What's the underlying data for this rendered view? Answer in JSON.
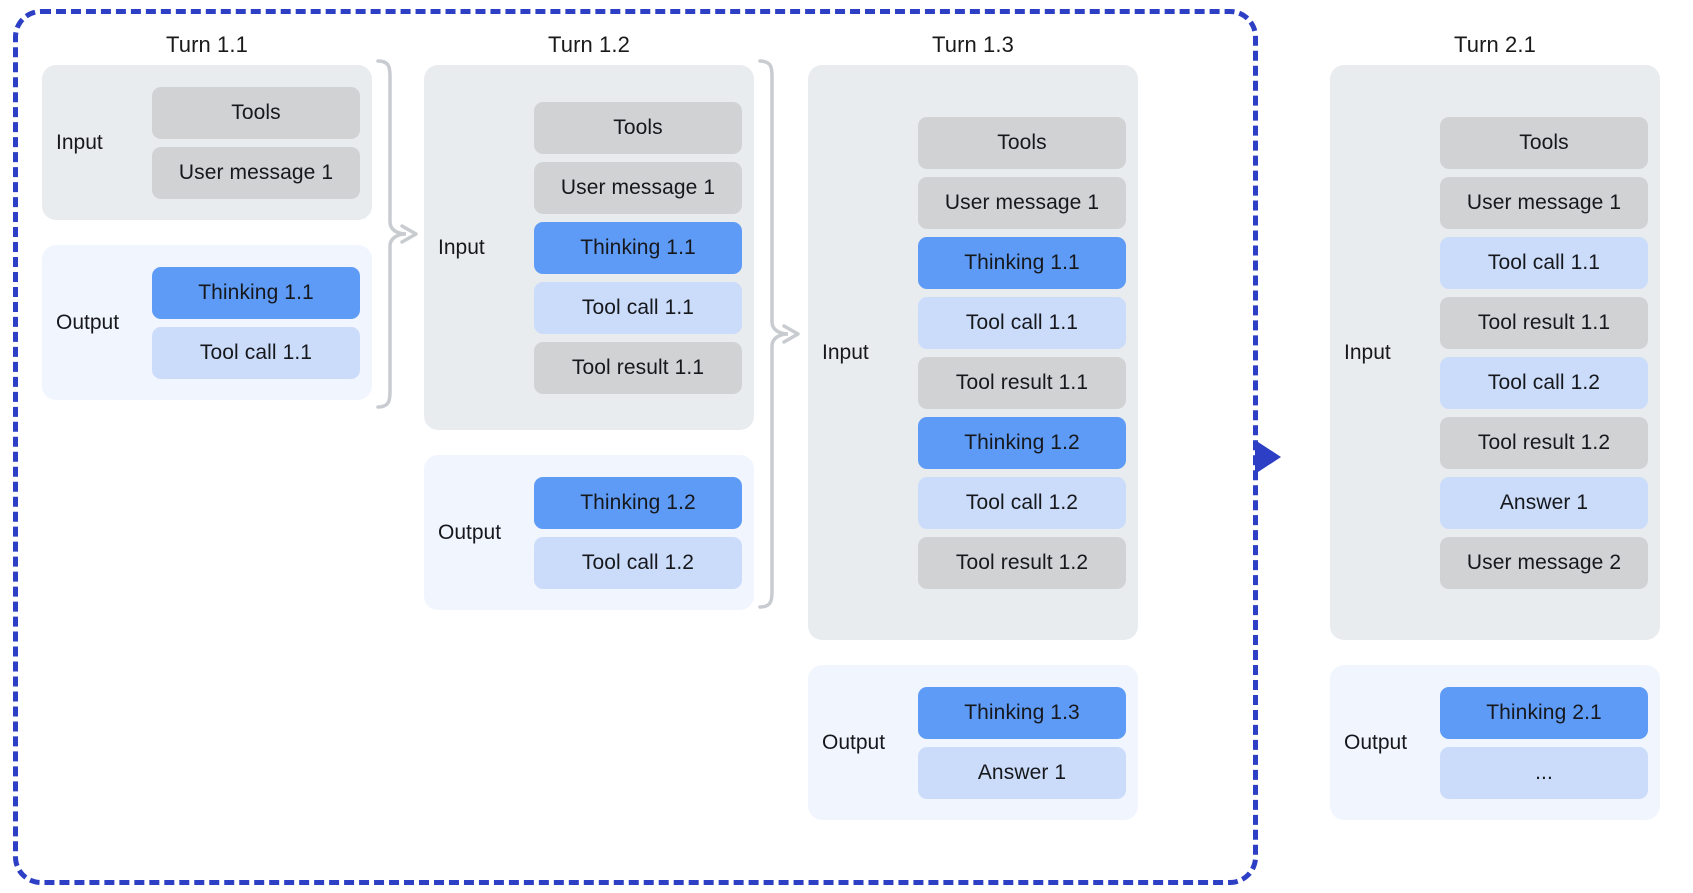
{
  "diagram": {
    "title_row": [
      "Turn 1.1",
      "Turn 1.2",
      "Turn 1.3",
      "Turn 2.1"
    ],
    "labels": {
      "input": "Input",
      "output": "Output"
    },
    "colors": {
      "loop_border": "#2d3fc4",
      "panel_input_bg": "#e9ecef",
      "panel_output_bg": "#f1f5fe",
      "pill_gray": "#d0d2d4",
      "pill_blue": "#5e9bf7",
      "pill_lightblue": "#cbdcfb",
      "connector_gray": "#c8ccd0"
    },
    "columns": [
      {
        "title": "Turn 1.1",
        "input_label": "Input",
        "output_label": "Output",
        "input_items": [
          {
            "text": "Tools",
            "kind": "gray"
          },
          {
            "text": "User message 1",
            "kind": "gray"
          }
        ],
        "output_items": [
          {
            "text": "Thinking 1.1",
            "kind": "blue"
          },
          {
            "text": "Tool call 1.1",
            "kind": "lightblue"
          }
        ]
      },
      {
        "title": "Turn 1.2",
        "input_label": "Input",
        "output_label": "Output",
        "input_items": [
          {
            "text": "Tools",
            "kind": "gray"
          },
          {
            "text": "User message 1",
            "kind": "gray"
          },
          {
            "text": "Thinking 1.1",
            "kind": "blue"
          },
          {
            "text": "Tool call 1.1",
            "kind": "lightblue"
          },
          {
            "text": "Tool result 1.1",
            "kind": "gray"
          }
        ],
        "output_items": [
          {
            "text": "Thinking 1.2",
            "kind": "blue"
          },
          {
            "text": "Tool call 1.2",
            "kind": "lightblue"
          }
        ]
      },
      {
        "title": "Turn 1.3",
        "input_label": "Input",
        "output_label": "Output",
        "input_items": [
          {
            "text": "Tools",
            "kind": "gray"
          },
          {
            "text": "User message 1",
            "kind": "gray"
          },
          {
            "text": "Thinking 1.1",
            "kind": "blue"
          },
          {
            "text": "Tool call 1.1",
            "kind": "lightblue"
          },
          {
            "text": "Tool result 1.1",
            "kind": "gray"
          },
          {
            "text": "Thinking 1.2",
            "kind": "blue"
          },
          {
            "text": "Tool call 1.2",
            "kind": "lightblue"
          },
          {
            "text": "Tool result 1.2",
            "kind": "gray"
          }
        ],
        "output_items": [
          {
            "text": "Thinking 1.3",
            "kind": "blue"
          },
          {
            "text": "Answer 1",
            "kind": "lightblue"
          }
        ]
      },
      {
        "title": "Turn 2.1",
        "input_label": "Input",
        "output_label": "Output",
        "input_items": [
          {
            "text": "Tools",
            "kind": "gray"
          },
          {
            "text": "User message 1",
            "kind": "gray"
          },
          {
            "text": "Tool call 1.1",
            "kind": "lightblue"
          },
          {
            "text": "Tool result 1.1",
            "kind": "gray"
          },
          {
            "text": "Tool call 1.2",
            "kind": "lightblue"
          },
          {
            "text": "Tool result 1.2",
            "kind": "gray"
          },
          {
            "text": "Answer 1",
            "kind": "lightblue"
          },
          {
            "text": "User message 2",
            "kind": "gray"
          }
        ],
        "output_items": [
          {
            "text": "Thinking 2.1",
            "kind": "blue"
          },
          {
            "text": "...",
            "kind": "lightblue"
          }
        ]
      }
    ]
  }
}
